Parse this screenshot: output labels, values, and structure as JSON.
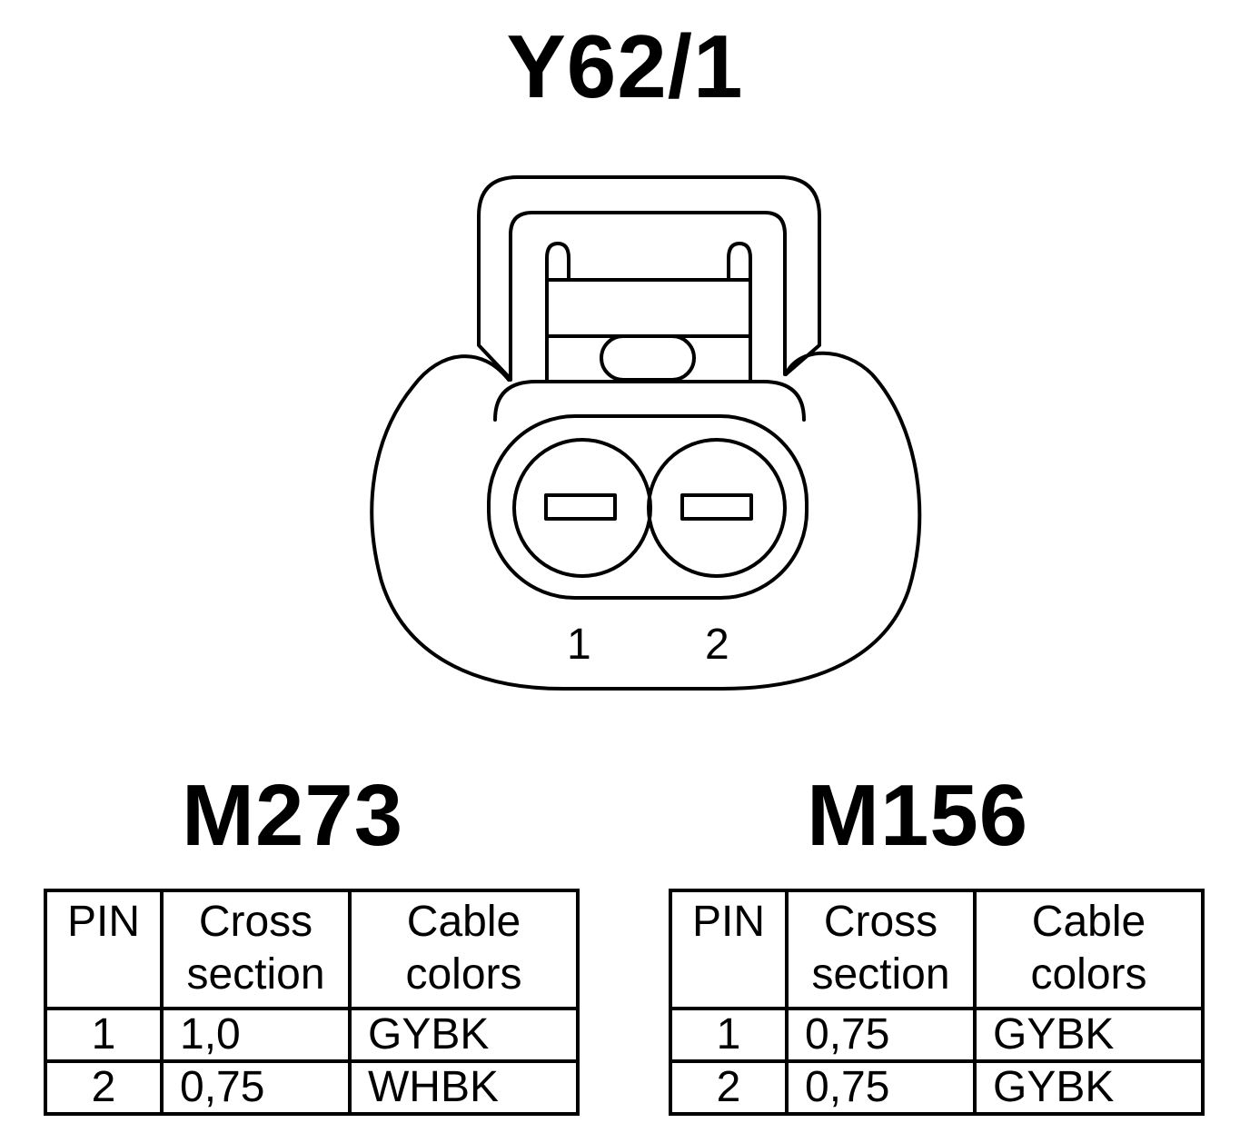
{
  "connector": {
    "name": "Y62/1",
    "pin_numbers": [
      "1",
      "2"
    ]
  },
  "tables": [
    {
      "engine": "M273",
      "headers": {
        "pin": "PIN",
        "cross_section": [
          "Cross",
          "section"
        ],
        "cable_colors": [
          "Cable",
          "colors"
        ]
      },
      "rows": [
        {
          "pin": "1",
          "cross_section": "1,0",
          "color": "GYBK"
        },
        {
          "pin": "2",
          "cross_section": "0,75",
          "color": "WHBK"
        }
      ]
    },
    {
      "engine": "M156",
      "headers": {
        "pin": "PIN",
        "cross_section": [
          "Cross",
          "section"
        ],
        "cable_colors": [
          "Cable",
          "colors"
        ]
      },
      "rows": [
        {
          "pin": "1",
          "cross_section": "0,75",
          "color": "GYBK"
        },
        {
          "pin": "2",
          "cross_section": "0,75",
          "color": "GYBK"
        }
      ]
    }
  ]
}
